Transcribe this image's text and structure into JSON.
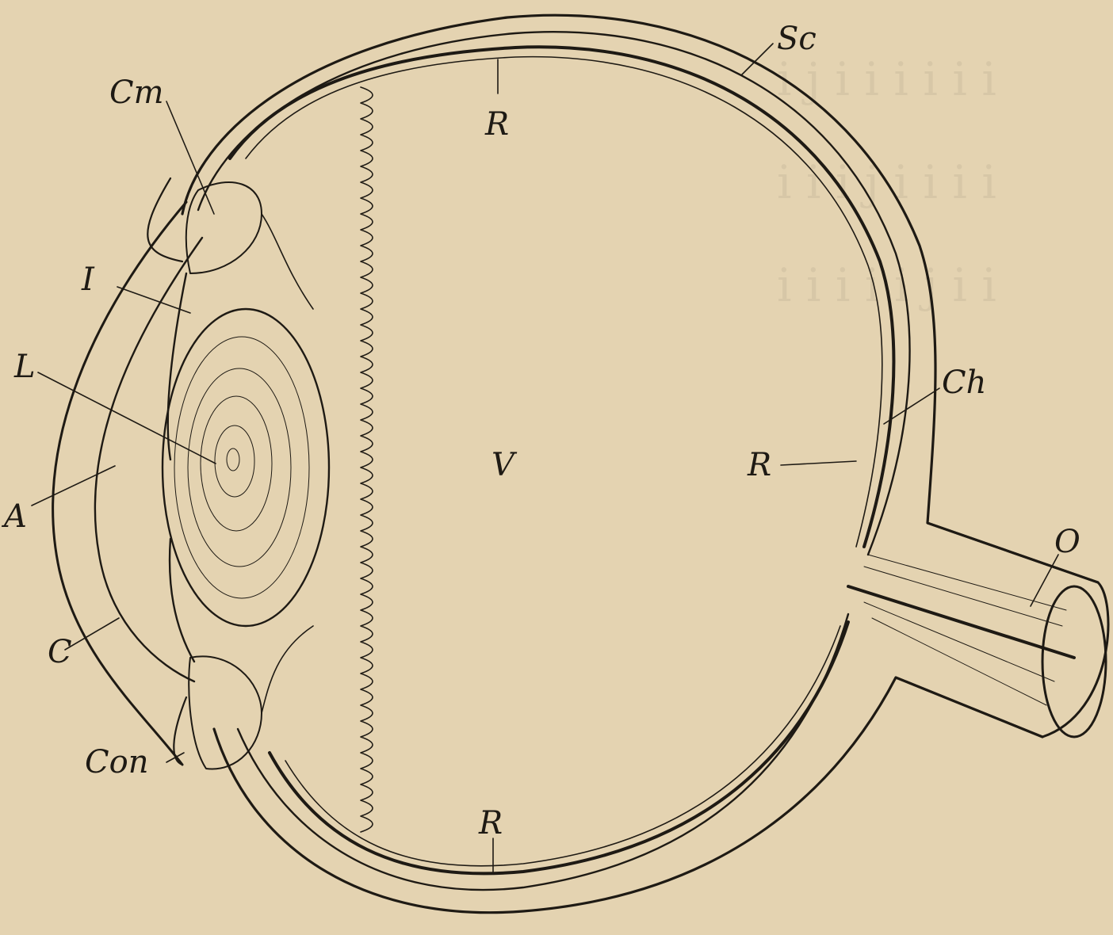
{
  "figure": {
    "labels": {
      "sclera": "Sc",
      "ciliary_muscle": "Cm",
      "retina_top": "R",
      "iris": "I",
      "lens": "L",
      "aqueous": "A",
      "cornea": "C",
      "conjunctiva": "Con",
      "vitreous": "V",
      "choroid": "Ch",
      "retina_side": "R",
      "retina_bottom": "R",
      "optic_nerve": "O"
    },
    "colors": {
      "paper": "#e4d3b1",
      "ink": "#1e1a14"
    }
  }
}
